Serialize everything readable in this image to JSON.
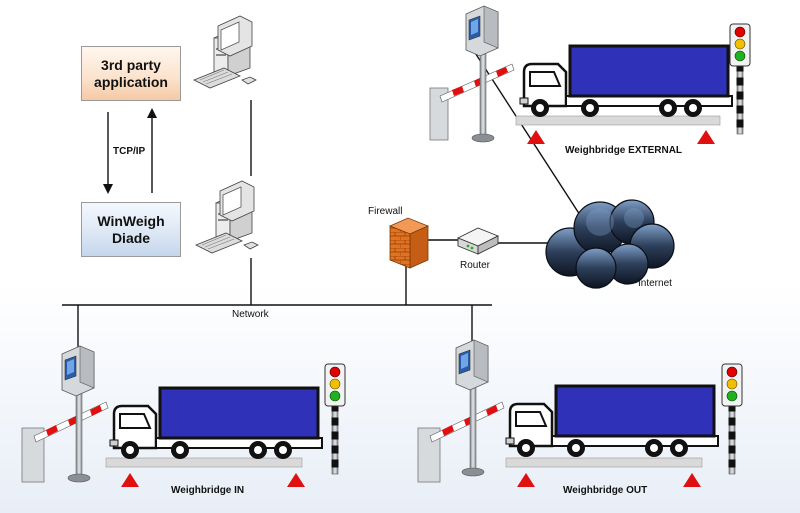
{
  "boxes": {
    "third_party": "3rd party\napplication",
    "winweigh": "WinWeigh\nDiade"
  },
  "labels": {
    "protocol": "TCP/IP",
    "network": "Network",
    "firewall": "Firewall",
    "router": "Router",
    "internet": "Internet"
  },
  "stations": {
    "external": "Weighbridge EXTERNAL",
    "in": "Weighbridge IN",
    "out": "Weighbridge OUT"
  },
  "colors": {
    "truck_cargo": "#2f31b8",
    "firewall": "#e0731f",
    "triangle": "#e01010",
    "platform": "#d9d9d9",
    "traffic_red": "#e00000",
    "traffic_yellow": "#f0c000",
    "traffic_green": "#20b020"
  },
  "icons": [
    "computer-icon",
    "firewall-icon",
    "router-icon",
    "internet-cloud-icon",
    "truck-icon",
    "kiosk-icon",
    "barrier-icon",
    "traffic-light-icon"
  ]
}
